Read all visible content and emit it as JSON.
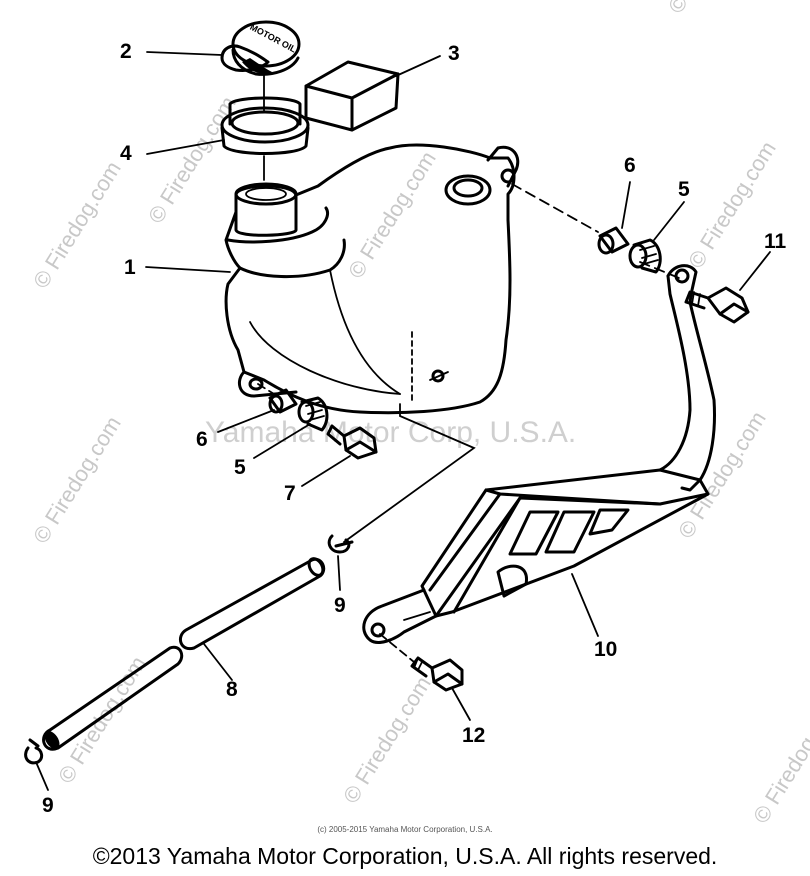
{
  "labels": {
    "p1": "1",
    "p2": "2",
    "p3": "3",
    "p4": "4",
    "p5a": "5",
    "p5b": "5",
    "p6a": "6",
    "p6b": "6",
    "p7": "7",
    "p8": "8",
    "p9a": "9",
    "p9b": "9",
    "p10": "10",
    "p11": "11",
    "p12": "12"
  },
  "watermarks": {
    "site": "© Firedog.com",
    "center": "Yamaha Motor Corp, U.S.A."
  },
  "cap_text": "MOTOR OIL",
  "small_copyright": "(c) 2005-2015 Yamaha Motor Corporation, U.S.A.",
  "copyright": "©2013 Yamaha Motor Corporation, U.S.A. All rights reserved."
}
